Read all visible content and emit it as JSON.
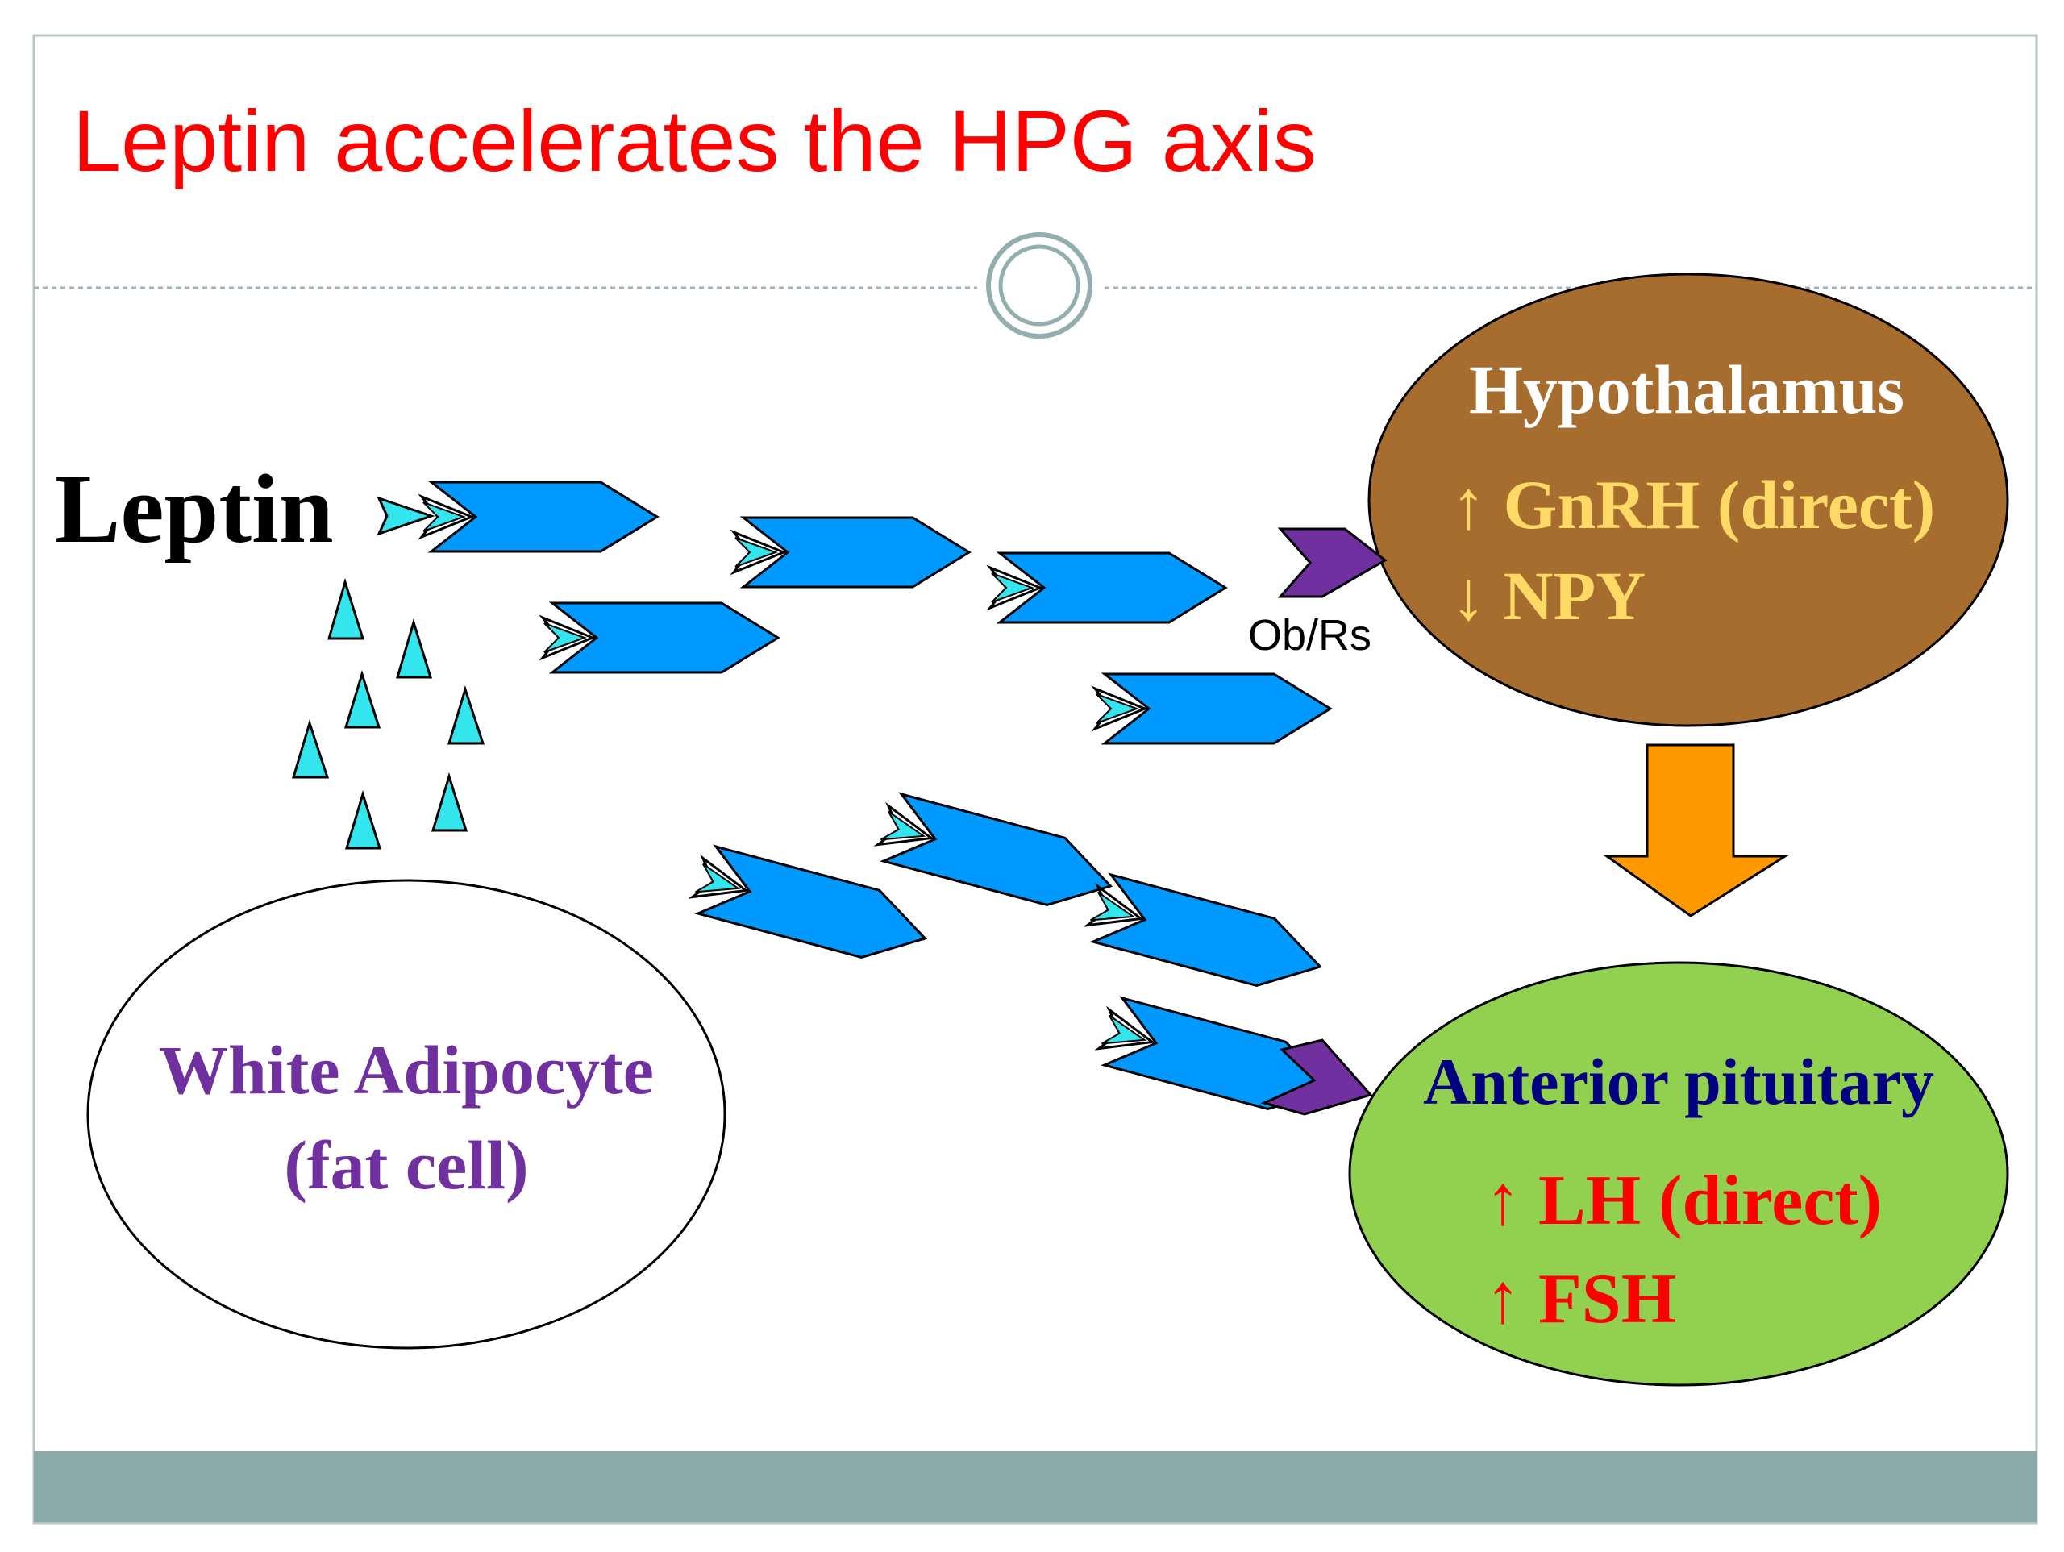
{
  "slide": {
    "title": "Leptin accelerates the HPG axis"
  },
  "colors": {
    "title": "#ff0000",
    "leptin_arrow": "#0099ff",
    "leptin_tip": "#33e6ee",
    "receptor": "#7030a0",
    "hypothalamus_fill": "#a66d2e",
    "pituitary_fill": "#92d050",
    "orange_arrow": "#ff9900",
    "footer_band": "#8aa9a8",
    "hypothalamus_text": "#ffffff",
    "gnrh_text": "#ffd966",
    "pituitary_title": "#000080",
    "pituitary_hormones": "#ff0000",
    "adipocyte_text": "#7030a0"
  },
  "diagram": {
    "leptin_label": "Leptin",
    "receptor_label": "Ob/Rs",
    "hypothalamus": {
      "title": "Hypothalamus",
      "line1": "↑ GnRH (direct)",
      "line2": "↓ NPY"
    },
    "pituitary": {
      "title": "Anterior pituitary",
      "line1": "↑ LH (direct)",
      "line2": "↑ FSH"
    },
    "adipocyte": {
      "line1": "White Adipocyte",
      "line2": "(fat cell)"
    }
  }
}
